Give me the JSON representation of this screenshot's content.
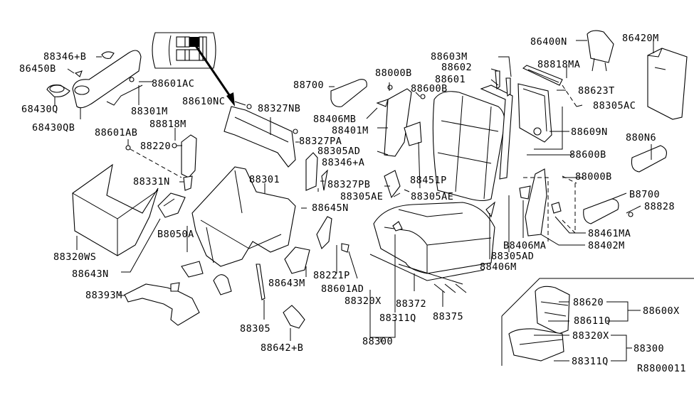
{
  "diagram": {
    "ref_code": "R8800011",
    "labels": [
      {
        "id": "88346+B",
        "text": "88346+B"
      },
      {
        "id": "86450B",
        "text": "86450B"
      },
      {
        "id": "88601AC",
        "text": "88601AC"
      },
      {
        "id": "68430Q",
        "text": "68430Q"
      },
      {
        "id": "88301M",
        "text": "88301M"
      },
      {
        "id": "68430QB",
        "text": "68430QB"
      },
      {
        "id": "88610NC",
        "text": "88610NC"
      },
      {
        "id": "88327NB",
        "text": "88327NB"
      },
      {
        "id": "88601AB",
        "text": "88601AB"
      },
      {
        "id": "88818M",
        "text": "88818M"
      },
      {
        "id": "88220",
        "text": "88220"
      },
      {
        "id": "88331N",
        "text": "88331N"
      },
      {
        "id": "88301",
        "text": "88301"
      },
      {
        "id": "88327PA",
        "text": "88327PA"
      },
      {
        "id": "88305AD-a",
        "text": "88305AD"
      },
      {
        "id": "88346+A",
        "text": "88346+A"
      },
      {
        "id": "88327PB",
        "text": "88327PB"
      },
      {
        "id": "88305AE-a",
        "text": "88305AE"
      },
      {
        "id": "88645N",
        "text": "88645N"
      },
      {
        "id": "88320WS",
        "text": "88320WS"
      },
      {
        "id": "B8050A",
        "text": "B8050A"
      },
      {
        "id": "88643N",
        "text": "88643N"
      },
      {
        "id": "88393M",
        "text": "88393M"
      },
      {
        "id": "88643M",
        "text": "88643M"
      },
      {
        "id": "88221P",
        "text": "88221P"
      },
      {
        "id": "88601AD",
        "text": "88601AD"
      },
      {
        "id": "88305",
        "text": "88305"
      },
      {
        "id": "88642+B",
        "text": "88642+B"
      },
      {
        "id": "88700",
        "text": "88700"
      },
      {
        "id": "88000B-a",
        "text": "88000B"
      },
      {
        "id": "88600B-a",
        "text": "88600B"
      },
      {
        "id": "88406MB",
        "text": "88406MB"
      },
      {
        "id": "88401M",
        "text": "88401M"
      },
      {
        "id": "88451P",
        "text": "88451P"
      },
      {
        "id": "88305AE-b",
        "text": "88305AE"
      },
      {
        "id": "88320X-a",
        "text": "88320X"
      },
      {
        "id": "88372",
        "text": "88372"
      },
      {
        "id": "88311Q-a",
        "text": "88311Q"
      },
      {
        "id": "88375",
        "text": "88375"
      },
      {
        "id": "88300-a",
        "text": "88300"
      },
      {
        "id": "88406M",
        "text": "88406M"
      },
      {
        "id": "88603M",
        "text": "88603M"
      },
      {
        "id": "88602",
        "text": "88602"
      },
      {
        "id": "88601",
        "text": "88601"
      },
      {
        "id": "86400N",
        "text": "86400N"
      },
      {
        "id": "86420M",
        "text": "86420M"
      },
      {
        "id": "88818MA",
        "text": "88818MA"
      },
      {
        "id": "88623T",
        "text": "88623T"
      },
      {
        "id": "88305AC",
        "text": "88305AC"
      },
      {
        "id": "88609N",
        "text": "88609N"
      },
      {
        "id": "880N6",
        "text": "880N6"
      },
      {
        "id": "88600B-b",
        "text": "88600B"
      },
      {
        "id": "88000B-b",
        "text": "88000B"
      },
      {
        "id": "B8700",
        "text": "B8700"
      },
      {
        "id": "88828",
        "text": "88828"
      },
      {
        "id": "88461MA",
        "text": "88461MA"
      },
      {
        "id": "B8406MA",
        "text": "B8406MA"
      },
      {
        "id": "88402M",
        "text": "88402M"
      },
      {
        "id": "88305AD-b",
        "text": "88305AD"
      },
      {
        "id": "88620",
        "text": "88620"
      },
      {
        "id": "88611Q",
        "text": "88611Q"
      },
      {
        "id": "88600X",
        "text": "88600X"
      },
      {
        "id": "88320X-b",
        "text": "88320X"
      },
      {
        "id": "88300-b",
        "text": "88300"
      },
      {
        "id": "88311Q-b",
        "text": "88311Q"
      }
    ]
  }
}
